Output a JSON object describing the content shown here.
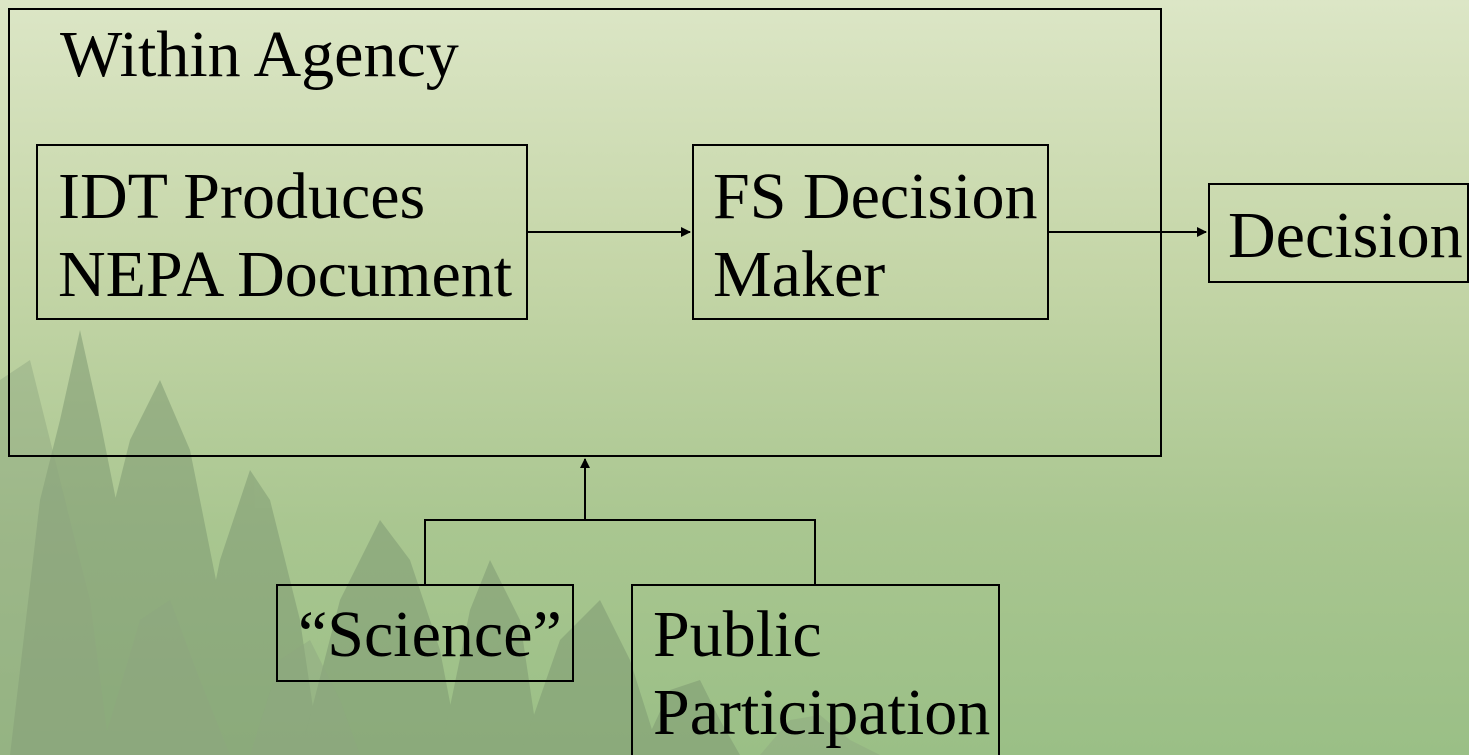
{
  "diagram": {
    "within_agency_label": "Within Agency",
    "idt_line1": "IDT Produces",
    "idt_line2": "NEPA Document",
    "fs_line1": "FS Decision",
    "fs_line2": "Maker",
    "decision_label": "Decision",
    "science_label": "“Science”",
    "public_line1": "Public",
    "public_line2": "Participation"
  },
  "colors": {
    "background_top": "#dce6c6",
    "background_bottom": "#9abf86",
    "tree_silhouette": "#7f9a73",
    "line": "#000000"
  }
}
